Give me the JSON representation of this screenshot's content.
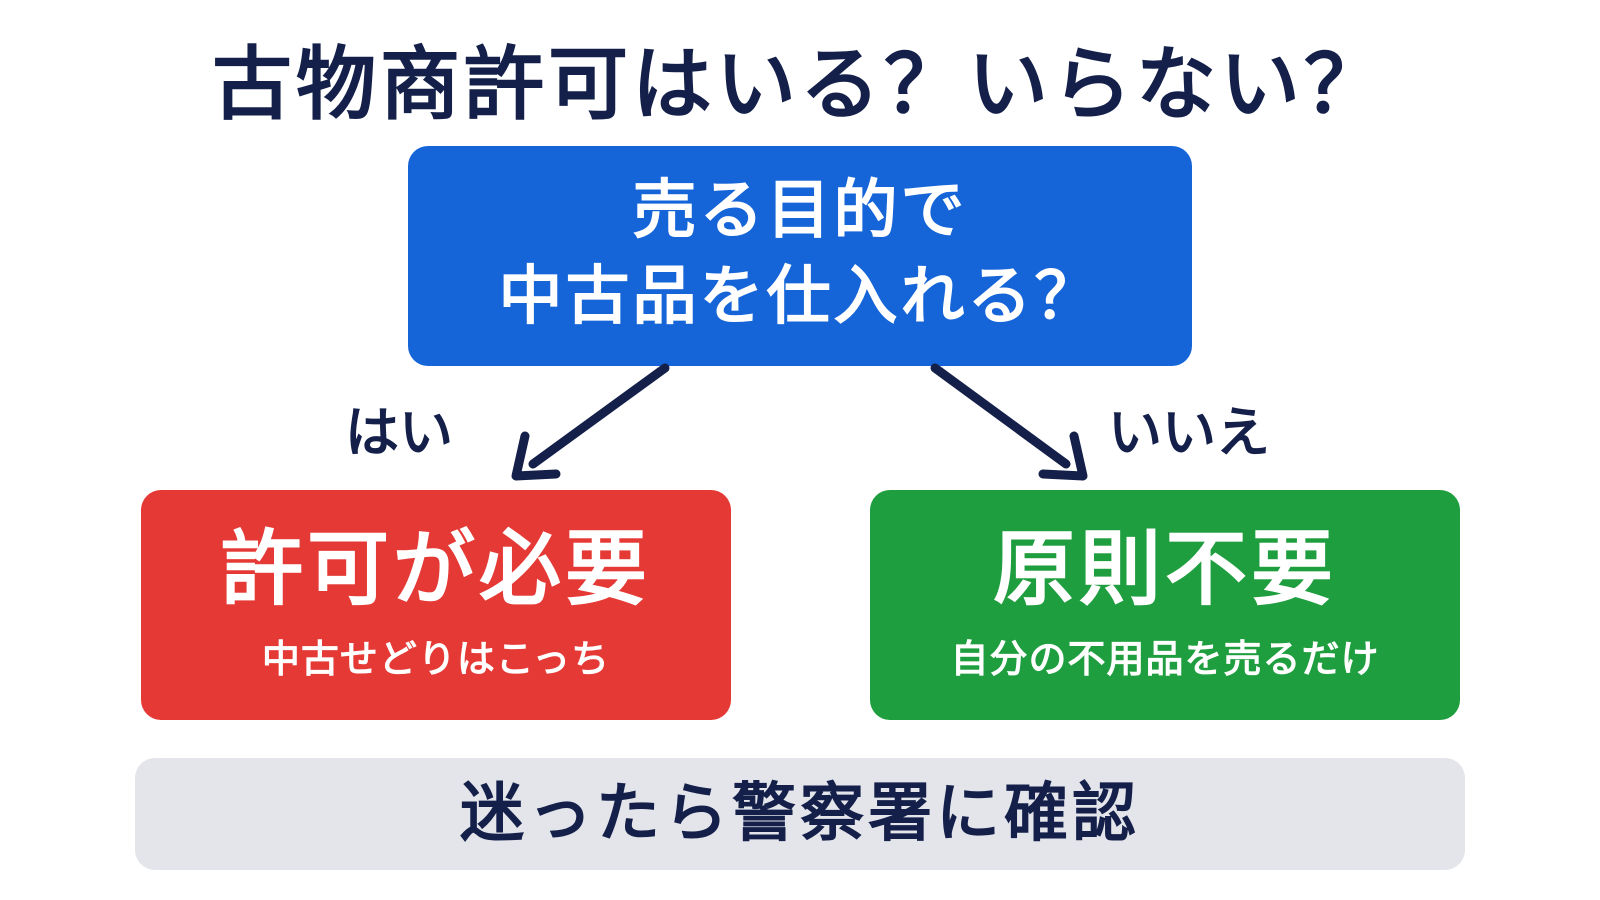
{
  "colors": {
    "navy": "#14204a",
    "blue": "#1565d8",
    "red": "#e53935",
    "green": "#1e9e3e",
    "gray": "#e4e5ea",
    "white": "#ffffff"
  },
  "title": "古物商許可はいる？いらない？",
  "question": {
    "line1": "売る目的で",
    "line2": "中古品を仕入れる？"
  },
  "branches": {
    "yes_label": "はい",
    "no_label": "いいえ"
  },
  "results": {
    "yes": {
      "main": "許可が必要",
      "sub": "中古せどりはこっち"
    },
    "no": {
      "main": "原則不要",
      "sub": "自分の不用品を売るだけ"
    }
  },
  "footer": "迷ったら警察署に確認"
}
